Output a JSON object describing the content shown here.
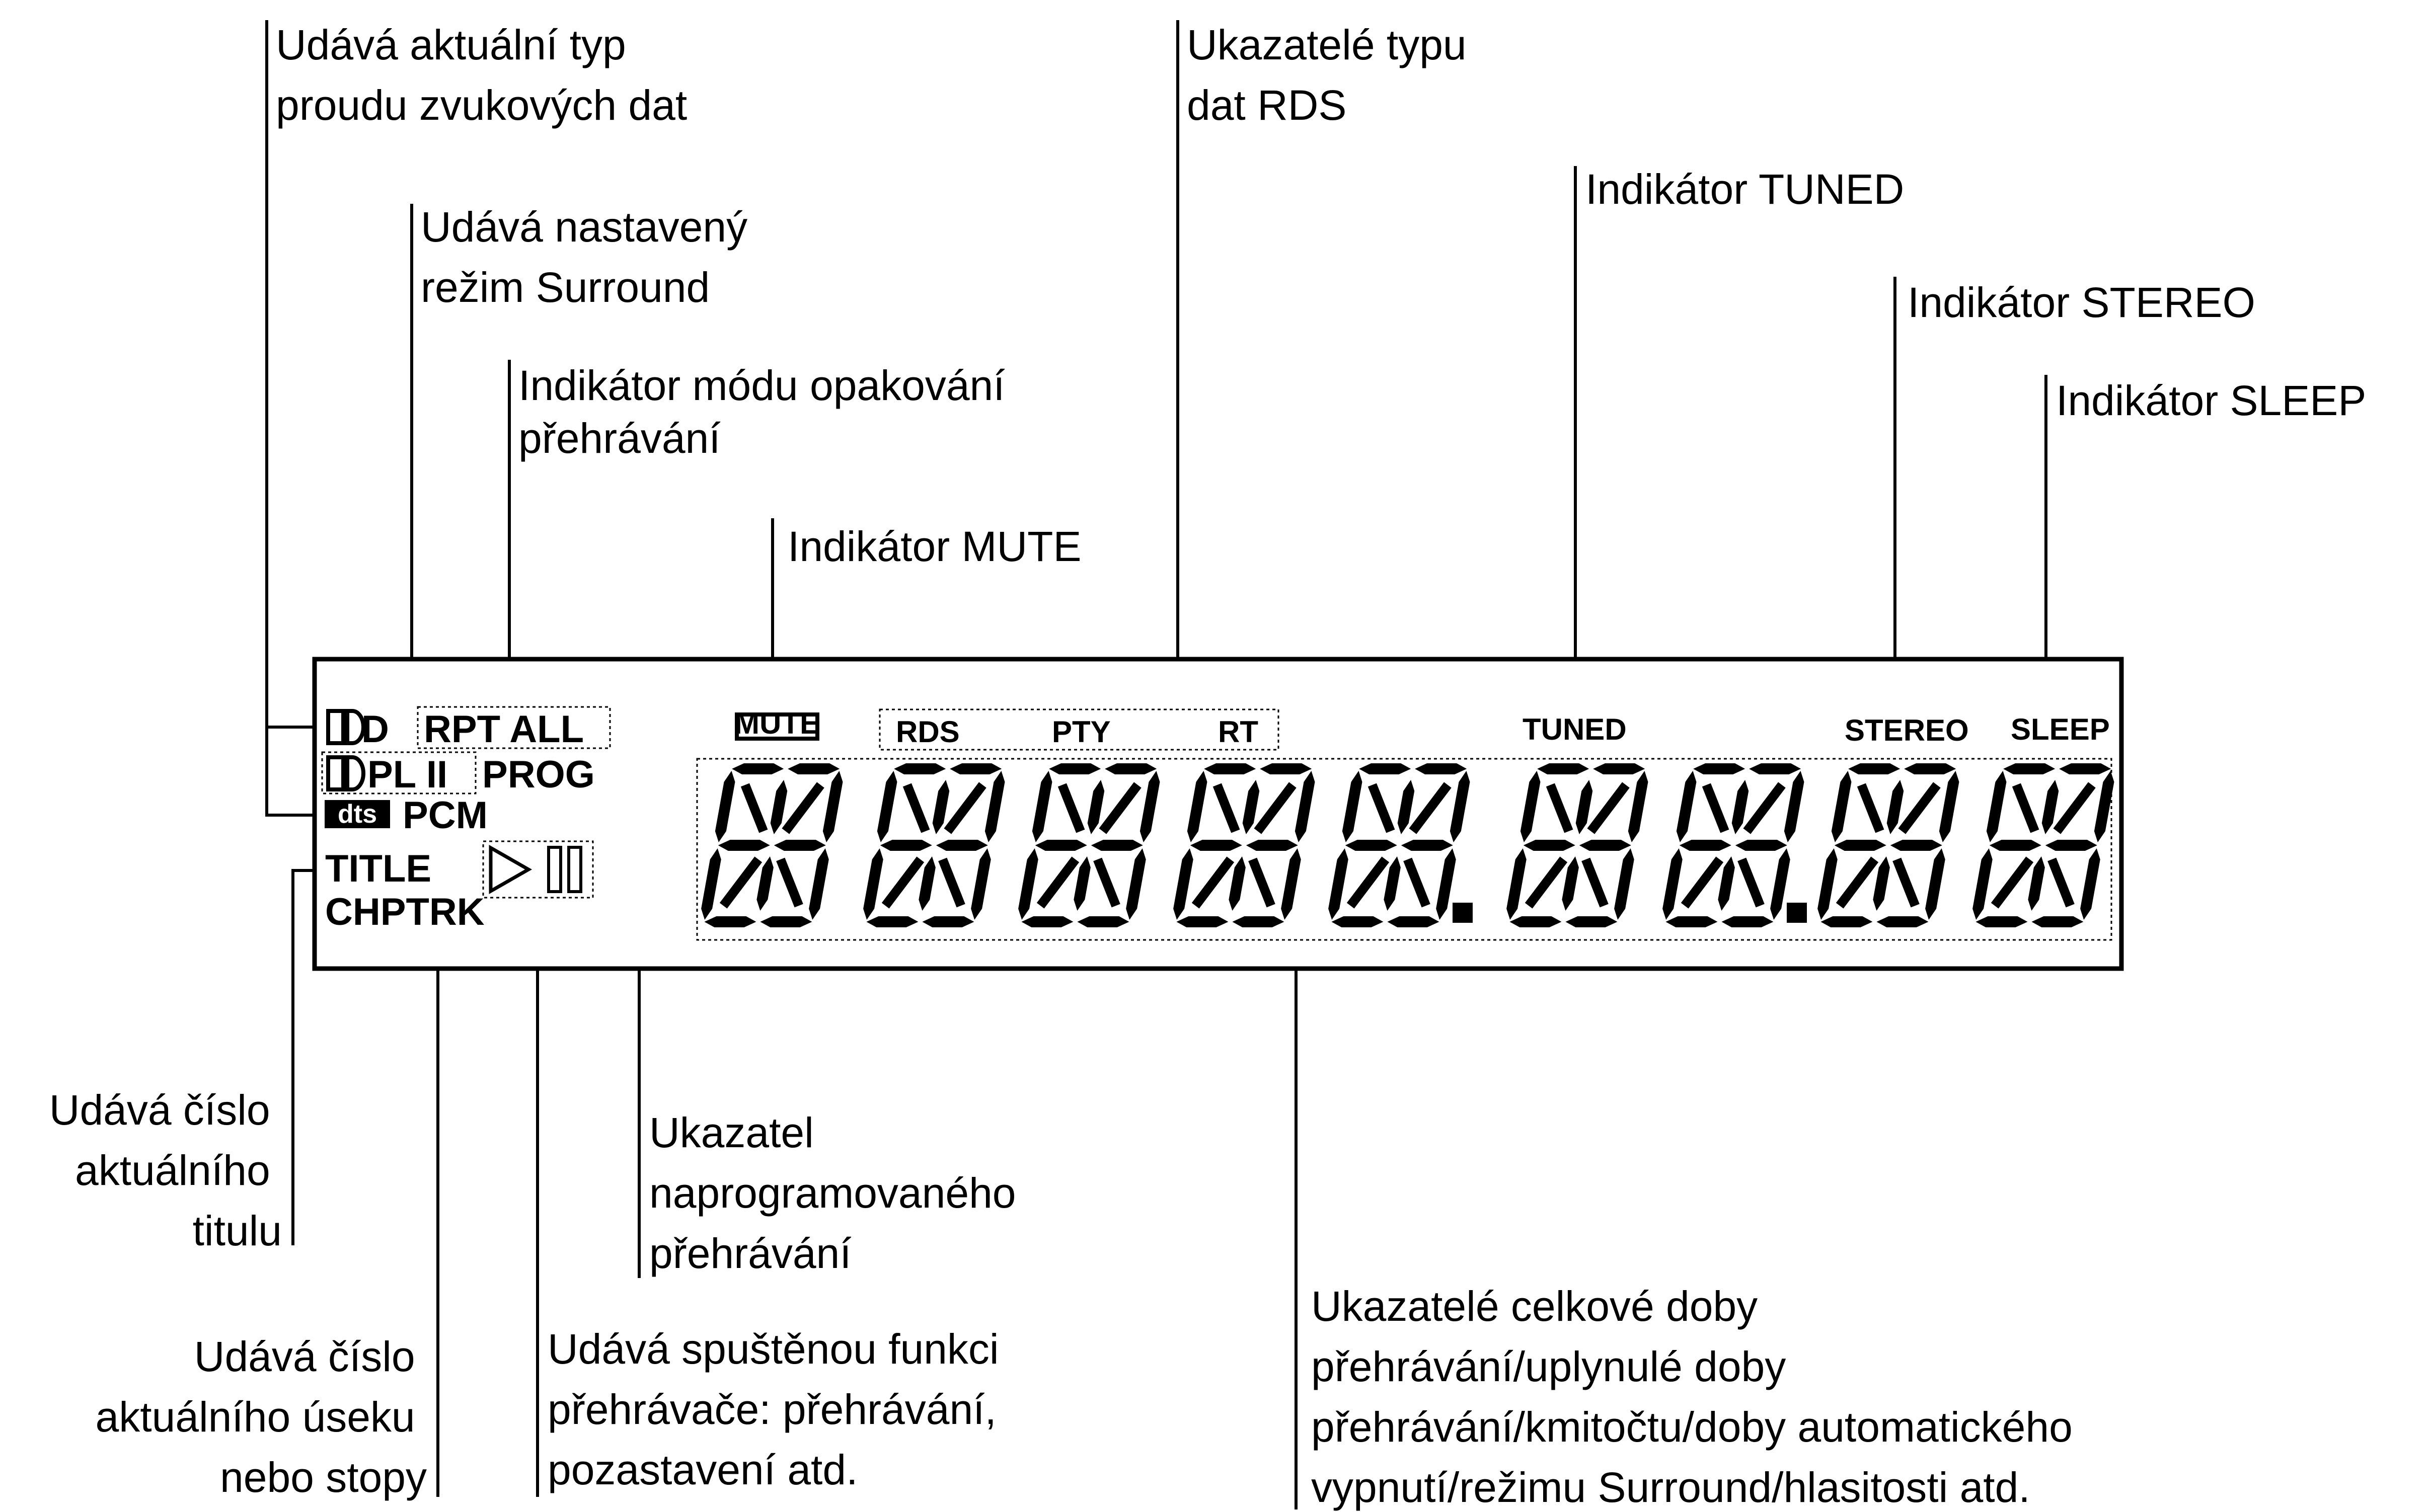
{
  "callouts": {
    "audio_stream": [
      "Udává aktuální typ",
      "proudu zvukových dat"
    ],
    "surround_mode": [
      "Udává nastavený",
      "režim Surround"
    ],
    "repeat_mode": [
      "Indikátor módu opakování",
      "přehrávání"
    ],
    "mute": [
      "Indikátor MUTE"
    ],
    "rds_type": [
      "Ukazatelé typu",
      "dat RDS"
    ],
    "tuned": [
      "Indikátor TUNED"
    ],
    "stereo": [
      "Indikátor STEREO"
    ],
    "sleep": [
      "Indikátor SLEEP"
    ],
    "title_number": [
      "Udává číslo",
      "aktuálního",
      "titulu"
    ],
    "chapter_number": [
      "Udává číslo",
      "aktuálního úseku",
      "nebo stopy"
    ],
    "program": [
      "Ukazatel",
      "naprogramovaného",
      "přehrávání"
    ],
    "player_function": [
      "Udává spuštěnou funkci",
      "přehrávače: přehrávání,",
      "pozastavení atd."
    ],
    "time_display": [
      "Ukazatelé celkové doby",
      "přehrávání/uplynulé doby",
      "přehrávání/kmitočtu/doby automatického",
      "vypnutí/režimu Surround/hlasitosti atd."
    ]
  },
  "display": {
    "dolby_digital": "D",
    "rpt_all": "RPT ALL",
    "pl2": "PL II",
    "prog": "PROG",
    "dts_logo": "dts",
    "pcm": "PCM",
    "title": "TITLE",
    "chptrk": "CHPTRK",
    "mute": "MUTE",
    "rds": "RDS",
    "pty": "PTY",
    "rt": "RT",
    "tuned": "TUNED",
    "stereo": "STEREO",
    "sleep": "SLEEP",
    "digit_count": 9,
    "decimal_points_after_digits": [
      5,
      7
    ]
  },
  "colors": {
    "ink": "#000000",
    "background": "#ffffff"
  },
  "icons": {
    "dolby": "dolby-double-d-icon",
    "play": "play-triangle-icon",
    "pause": "pause-bars-icon",
    "digit": "sixteen-segment-digit-icon"
  }
}
